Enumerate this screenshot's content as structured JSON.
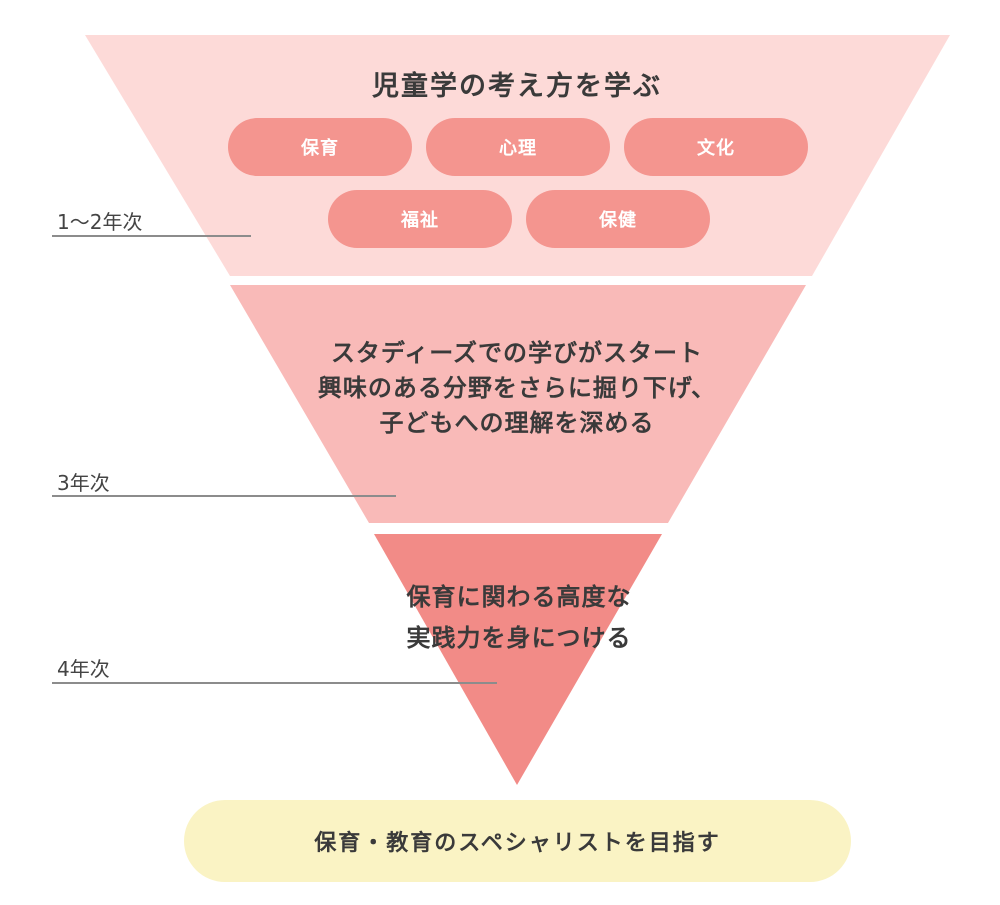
{
  "colors": {
    "stage1": "#fddad8",
    "stage2": "#f9bab8",
    "stage3": "#f28b87",
    "pill": "#f4958f",
    "goal": "#faf3c4",
    "rule": "#8c8c8c"
  },
  "stage1": {
    "year": "1〜2年次",
    "title": "児童学の考え方を学ぶ",
    "subjects": [
      "保育",
      "心理",
      "文化",
      "福祉",
      "保健"
    ]
  },
  "stage2": {
    "year": "3年次",
    "lines": [
      "スタディーズでの学びがスタート",
      "興味のある分野をさらに掘り下げ、",
      "子どもへの理解を深める"
    ]
  },
  "stage3": {
    "year": "4年次",
    "lines": [
      "保育に関わる高度な",
      "実践力を身につける"
    ]
  },
  "goal": {
    "label": "保育・教育のスペシャリストを目指す"
  }
}
